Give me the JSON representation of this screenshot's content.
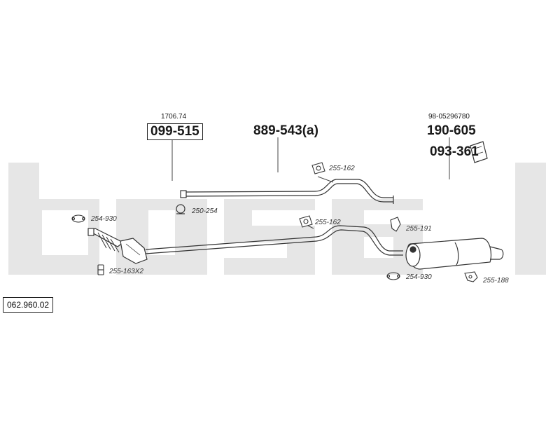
{
  "diagram_number": "062.960.02",
  "watermark": "bosal",
  "colors": {
    "line": "#333333",
    "watermark": "#e6e6e6"
  },
  "assemblies": [
    {
      "code": "099-515",
      "ref": "1706.74",
      "boxed": true
    },
    {
      "code": "889-543(a)"
    },
    {
      "code": "190-605",
      "ref": "98-05296780"
    },
    {
      "code": "093-361"
    }
  ],
  "parts": [
    {
      "code": "255-162",
      "icon": "clamp-hanger-icon"
    },
    {
      "code": "250-254",
      "icon": "ring-clamp-icon"
    },
    {
      "code": "254-930",
      "icon": "gasket-icon"
    },
    {
      "code": "255-162",
      "icon": "clamp-hanger-icon"
    },
    {
      "code": "255-191",
      "icon": "bracket-icon"
    },
    {
      "code": "255-163X2",
      "icon": "bolt-icon"
    },
    {
      "code": "254-930",
      "icon": "gasket-icon"
    },
    {
      "code": "255-188",
      "icon": "rubber-mount-icon"
    }
  ]
}
